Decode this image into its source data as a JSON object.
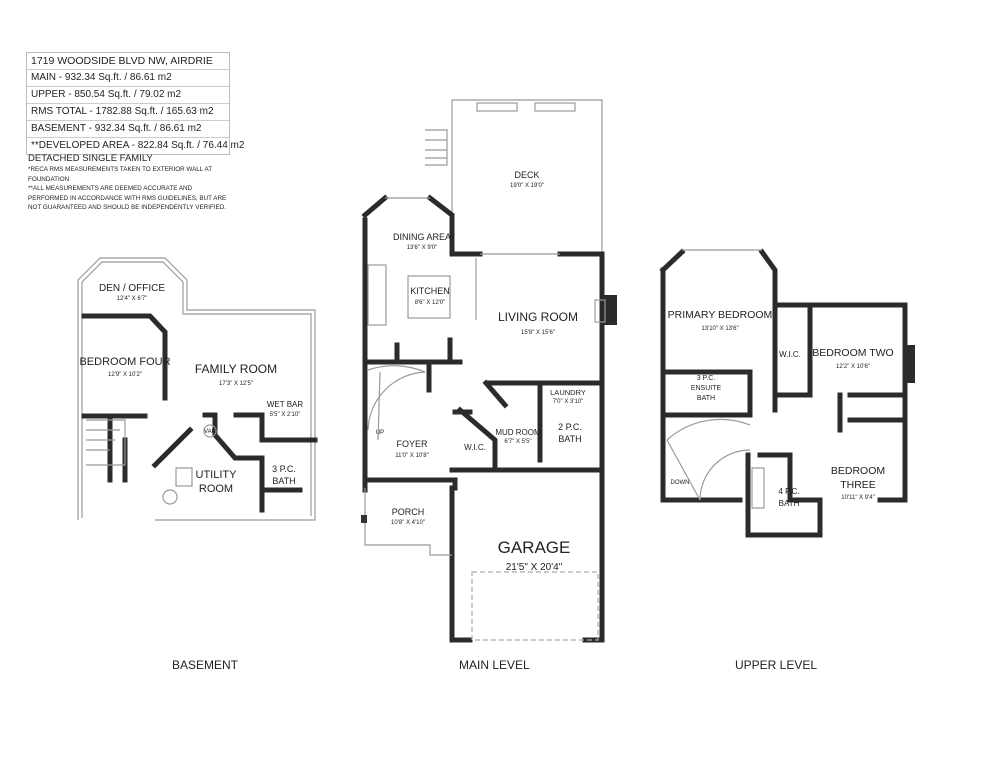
{
  "info": {
    "address": "1719 WOODSIDE BLVD NW, AIRDRIE",
    "areas": [
      "MAIN - 932.34 Sq.ft. / 86.61 m2",
      "UPPER - 850.54 Sq.ft. / 79.02 m2",
      "RMS TOTAL - 1782.88 Sq.ft. / 165.63 m2",
      "BASEMENT - 932.34 Sq.ft. / 86.61 m2",
      "**DEVELOPED AREA - 822.84 Sq.ft. / 76.44 m2"
    ],
    "type": "DETACHED SINGLE FAMILY",
    "notes": [
      "*RECA RMS MEASUREMENTS TAKEN TO EXTERIOR WALL AT FOUNDATION",
      "**ALL MEASUREMENTS ARE DEEMED ACCURATE AND PERFORMED IN ACCORDANCE WITH RMS GUIDELINES, BUT ARE NOT GUARANTEED AND SHOULD BE INDEPENDENTLY VERIFIED."
    ]
  },
  "levels": {
    "basement": {
      "label": "BASEMENT",
      "rooms": {
        "den": {
          "name": "DEN / OFFICE",
          "dim": "12'4\" X 6'7\""
        },
        "bed4": {
          "name": "BEDROOM FOUR",
          "dim": "12'9\" X 10'2\""
        },
        "family": {
          "name": "FAMILY ROOM",
          "dim": "17'3\" X 12'5\""
        },
        "wetbar": {
          "name": "WET BAR",
          "dim": "5'5\" X 2'10\""
        },
        "utility1": "UTILITY",
        "utility2": "ROOM",
        "bath1": "3 P.C.",
        "bath2": "BATH",
        "vac": "VAC"
      }
    },
    "main": {
      "label": "MAIN LEVEL",
      "rooms": {
        "deck": {
          "name": "DECK",
          "dim": "19'0\" X 19'0\""
        },
        "dining": {
          "name": "DINING AREA",
          "dim": "13'6\" X 9'0\""
        },
        "kitchen": {
          "name": "KITCHEN",
          "dim": "8'6\" X 12'0\""
        },
        "living": {
          "name": "LIVING ROOM",
          "dim": "15'8\" X 15'6\""
        },
        "laundry": {
          "name": "LAUNDRY",
          "dim": "7'0\" X 3'10\""
        },
        "bath1": "2 P.C.",
        "bath2": "BATH",
        "mud": {
          "name": "MUD ROOM",
          "dim": "6'7\" X 5'5\""
        },
        "wic": "W.I.C.",
        "foyer": {
          "name": "FOYER",
          "dim": "11'0\" X 10'8\""
        },
        "porch": {
          "name": "PORCH",
          "dim": "10'8\" X 4'10\""
        },
        "garage": {
          "name": "GARAGE",
          "dim": "21'5\" X 20'4\""
        },
        "up": "UP"
      }
    },
    "upper": {
      "label": "UPPER LEVEL",
      "rooms": {
        "primary": {
          "name": "PRIMARY BEDROOM",
          "dim": "13'10\" X 13'6\""
        },
        "wic": "W.I.C.",
        "bed2": {
          "name": "BEDROOM TWO",
          "dim": "12'2\" X 10'6\""
        },
        "ens1": "3 P.C.",
        "ens2": "ENSUITE",
        "ens3": "BATH",
        "bed3a": "BEDROOM",
        "bed3b": "THREE",
        "bed3dim": "10'11\" X 9'4\"",
        "bath1": "4 P.C.",
        "bath2": "BATH",
        "down": "DOWN"
      }
    }
  }
}
